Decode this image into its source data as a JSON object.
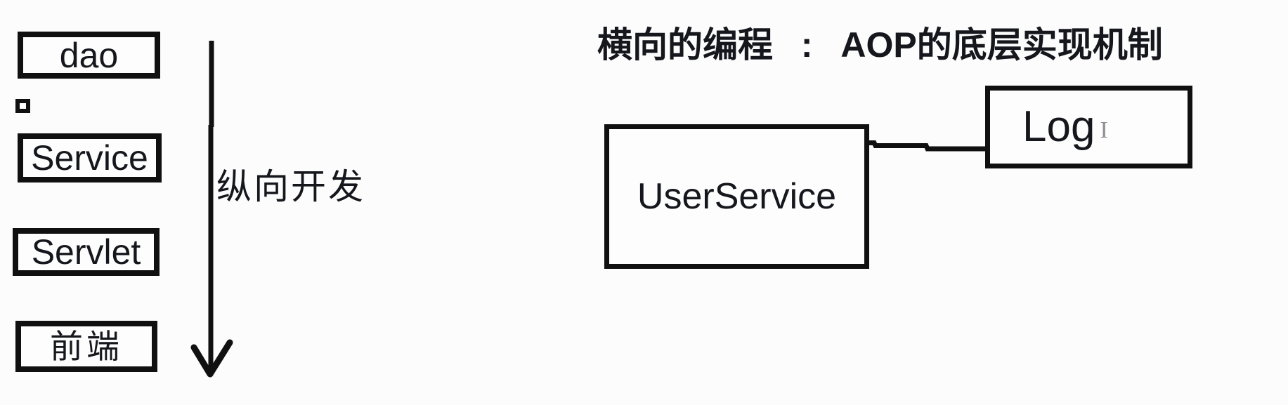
{
  "colors": {
    "ink": "#101010",
    "background": "#fcfcfc",
    "caret": "#8f8f8f"
  },
  "left_panel": {
    "boxes": [
      {
        "label": "dao"
      },
      {
        "label": "Service"
      },
      {
        "label": "Servlet"
      },
      {
        "label": "前端"
      }
    ],
    "arrow_label": "纵向开发"
  },
  "right_panel": {
    "title": "横向的编程 : AOP的底层实现机制",
    "user_service_box": {
      "label": "UserService"
    },
    "log_box": {
      "label": "Log",
      "caret": "I"
    }
  }
}
